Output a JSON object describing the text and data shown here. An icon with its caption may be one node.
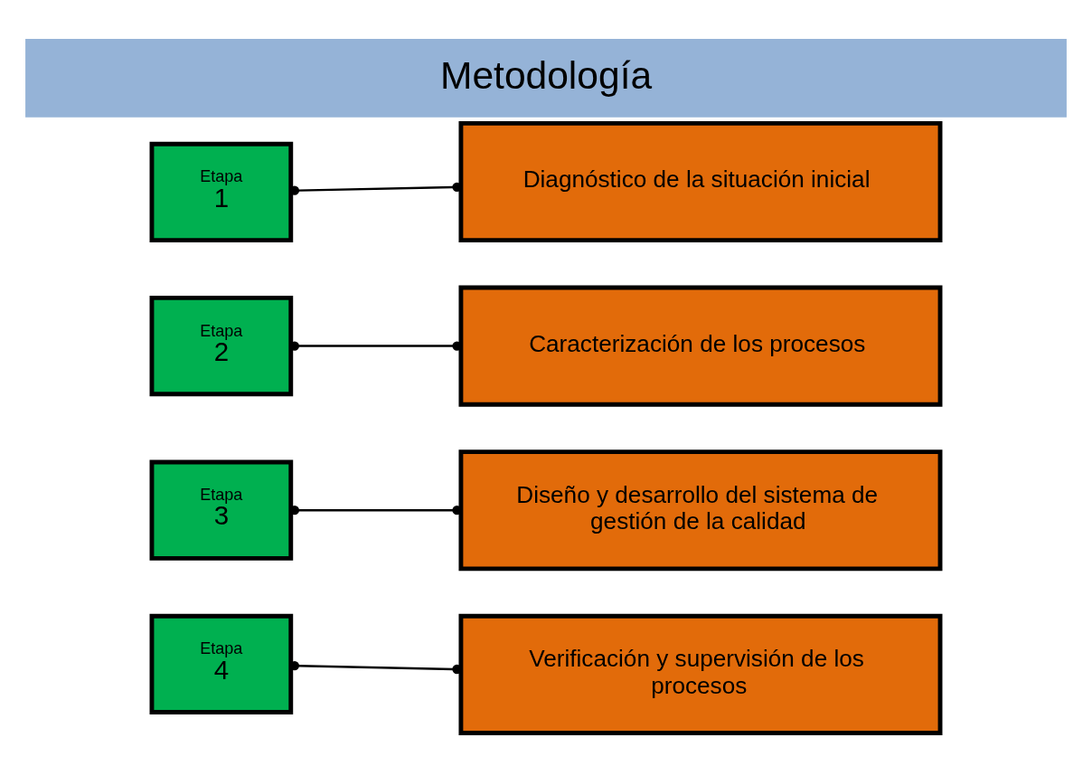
{
  "diagram": {
    "title": "Metodología",
    "nodes": [
      {
        "text": [
          "Etapa",
          "1"
        ]
      },
      {
        "text": [
          "Diagnóstico de la situación inicial"
        ]
      },
      {
        "text": [
          "Etapa",
          "2"
        ]
      },
      {
        "text": [
          "Caracterización de los procesos"
        ]
      },
      {
        "text": [
          "Etapa",
          "3"
        ]
      },
      {
        "text": [
          "Diseño y desarrollo del sistema de gestión de la calidad"
        ]
      },
      {
        "text": [
          "Etapa",
          "4"
        ]
      },
      {
        "text": [
          "Verificación y supervisión de los procesos"
        ]
      }
    ],
    "edges": [
      {
        "from": 0,
        "to": 1,
        "arrow": "other"
      },
      {
        "from": 2,
        "to": 3,
        "arrow": "other"
      },
      {
        "from": 4,
        "to": 5,
        "arrow": "other"
      },
      {
        "from": 6,
        "to": 7,
        "arrow": "other"
      }
    ]
  }
}
